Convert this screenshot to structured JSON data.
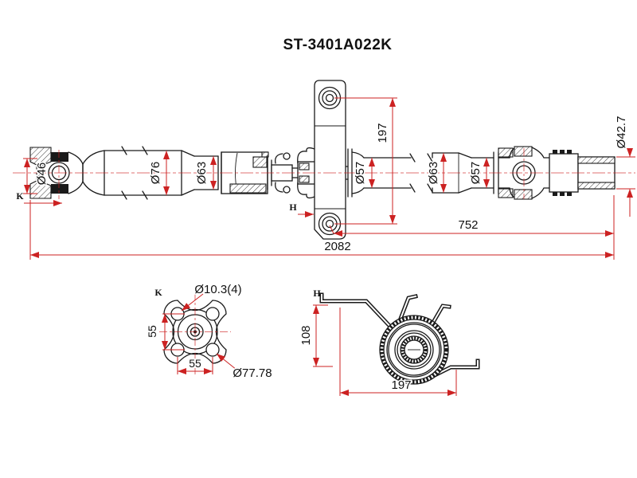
{
  "title": "ST-3401A022K",
  "colors": {
    "line": "#1a1a1a",
    "dimension": "#cc2222",
    "background": "#ffffff"
  },
  "main_view": {
    "section_label_k": "K",
    "section_label_h": "H",
    "dimensions": {
      "flange_yoke_diameter": "Ø46",
      "tube_front_diameter": "Ø76",
      "tube_front_neck_diameter": "Ø63",
      "tube_mid_diameter": "Ø57",
      "tube_rear_diameter": "Ø63",
      "tube_rear_neck_diameter": "Ø57",
      "slip_yoke_diameter": "Ø42.7",
      "bracket_bolt_span": "197",
      "rear_section_length": "752",
      "overall_length": "2082"
    }
  },
  "flange_view": {
    "section_label": "K",
    "dimensions": {
      "bolt_hole_diameter": "Ø10.3(4)",
      "bolt_spacing_vertical": "55",
      "bolt_spacing_horizontal": "55",
      "pitch_circle_diameter": "Ø77.78"
    }
  },
  "bearing_view": {
    "section_label": "H",
    "dimensions": {
      "bracket_height": "108",
      "bracket_width": "197"
    }
  }
}
